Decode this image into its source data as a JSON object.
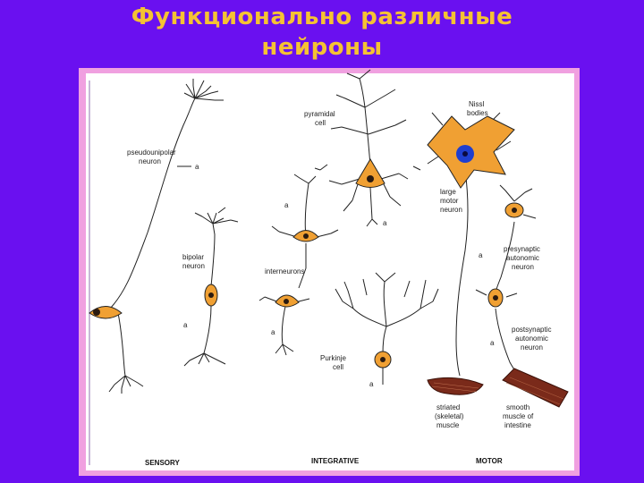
{
  "title_line1": "Функционально различные",
  "title_line2": "нейроны",
  "labels": {
    "pseudounipolar": [
      "pseudounipolar",
      "neuron"
    ],
    "bipolar": [
      "bipolar",
      "neuron"
    ],
    "interneurons": "interneurons",
    "pyramidal": [
      "pyramidal",
      "cell"
    ],
    "purkinje": [
      "Purkinje",
      "cell"
    ],
    "nissl": [
      "Nissl",
      "bodies"
    ],
    "large_motor": [
      "large",
      "motor",
      "neuron"
    ],
    "presynaptic": [
      "presynaptic",
      "autonomic",
      "neuron"
    ],
    "postsynaptic": [
      "postsynaptic",
      "autonomic",
      "neuron"
    ],
    "striated": [
      "striated",
      "(skeletal)",
      "muscle"
    ],
    "smooth": [
      "smooth",
      "muscle of",
      "intestine"
    ],
    "axon_marker": "a"
  },
  "footer": {
    "sensory": "SENSORY",
    "integrative": "INTEGRATIVE",
    "motor": "MOTOR"
  },
  "colors": {
    "background": "#6a10f0",
    "title": "#f5c233",
    "frame": "#f0a0e0",
    "cell_body": "#f0a033",
    "nucleus": "#2a1a10",
    "nucleus_blue": "#1f3fd0",
    "muscle": "#7a2a1a"
  }
}
